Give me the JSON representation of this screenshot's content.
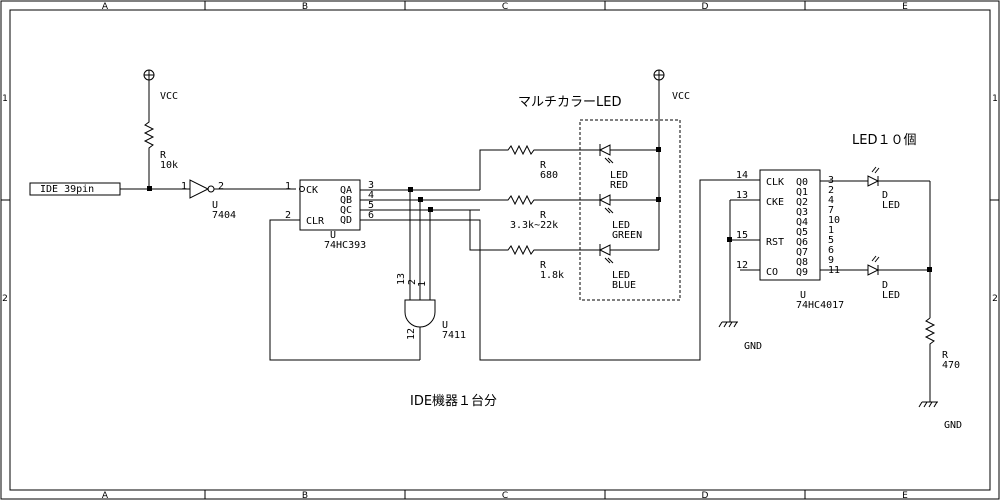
{
  "border": {
    "columns": [
      "A",
      "B",
      "C",
      "D",
      "E"
    ],
    "rows": [
      "1",
      "2"
    ]
  },
  "labels": {
    "ide_input": "IDE 39pin",
    "vcc": "VCC",
    "gnd": "GND",
    "multicolor_title": "マルチカラーLED",
    "led_count_title": "LED１０個",
    "footer_note": "IDE機器１台分"
  },
  "components": {
    "r_pullup": {
      "ref": "R",
      "value": "10k"
    },
    "u_inverter": {
      "ref": "U",
      "part": "7404",
      "pin_in": "1",
      "pin_out": "2"
    },
    "u_counter": {
      "ref": "U",
      "part": "74HC393",
      "pins_left": [
        {
          "num": "1",
          "name": "CK"
        },
        {
          "num": "2",
          "name": "CLR"
        }
      ],
      "pins_right": [
        {
          "num": "3",
          "name": "QA"
        },
        {
          "num": "4",
          "name": "QB"
        },
        {
          "num": "5",
          "name": "QC"
        },
        {
          "num": "6",
          "name": "QD"
        }
      ]
    },
    "u_and": {
      "ref": "U",
      "part": "7411",
      "pin_in": [
        "13",
        "2",
        "1"
      ],
      "pin_out": "12"
    },
    "r_red": {
      "ref": "R",
      "value": "680"
    },
    "r_green": {
      "ref": "R",
      "value": "3.3k~22k"
    },
    "r_blue": {
      "ref": "R",
      "value": "1.8k"
    },
    "led_red": {
      "line1": "LED",
      "line2": "RED"
    },
    "led_green": {
      "line1": "LED",
      "line2": "GREEN"
    },
    "led_blue": {
      "line1": "LED",
      "line2": "BLUE"
    },
    "u_decade": {
      "ref": "U",
      "part": "74HC4017",
      "pins_left": [
        {
          "num": "14",
          "name": "CLK"
        },
        {
          "num": "13",
          "name": "CKE"
        },
        {
          "num": "15",
          "name": "RST"
        },
        {
          "num": "12",
          "name": "CO"
        }
      ],
      "outputs": [
        "Q0",
        "Q1",
        "Q2",
        "Q3",
        "Q4",
        "Q5",
        "Q6",
        "Q7",
        "Q8",
        "Q9"
      ],
      "output_pins": [
        "3",
        "2",
        "4",
        "7",
        "10",
        "1",
        "5",
        "6",
        "9",
        "11"
      ]
    },
    "d_top": {
      "ref": "D",
      "value": "LED"
    },
    "d_bottom": {
      "ref": "D",
      "value": "LED"
    },
    "r_series": {
      "ref": "R",
      "value": "470"
    }
  }
}
